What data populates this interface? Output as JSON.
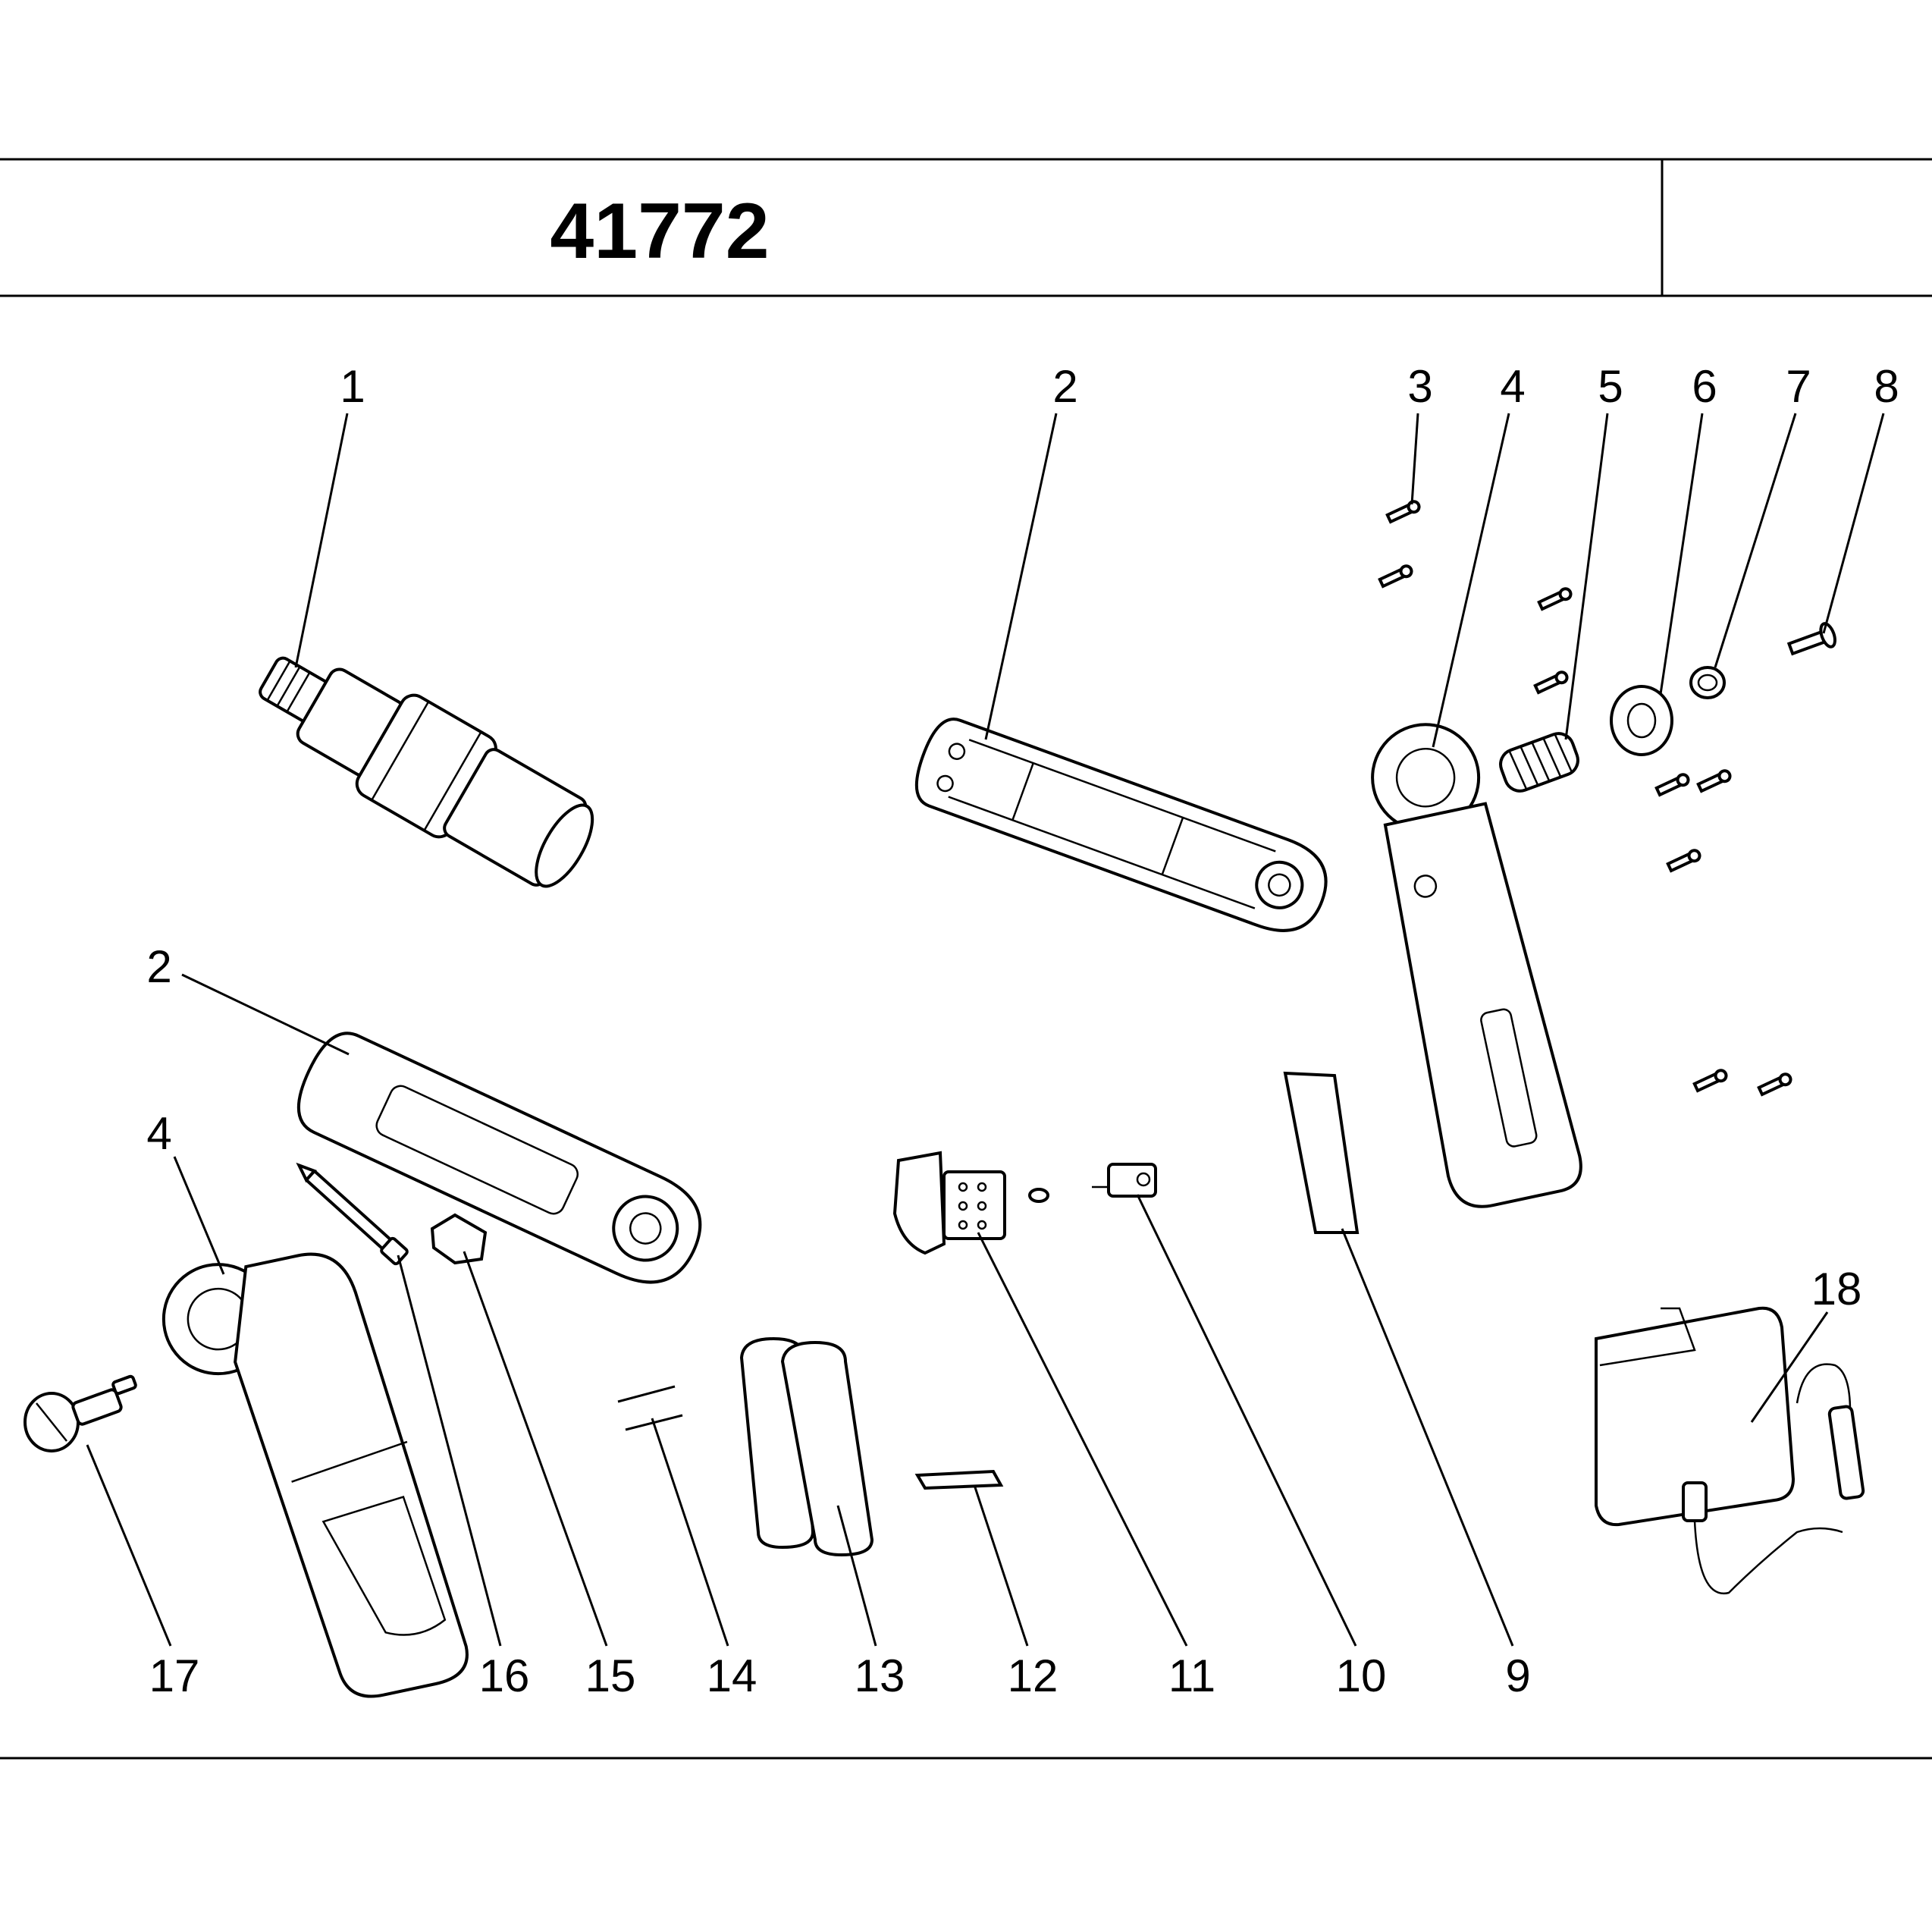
{
  "title": "41772",
  "callouts": [
    "1",
    "2",
    "3",
    "4",
    "5",
    "6",
    "7",
    "8",
    "2",
    "4",
    "18",
    "17",
    "16",
    "15",
    "14",
    "13",
    "12",
    "11",
    "10",
    "9"
  ]
}
